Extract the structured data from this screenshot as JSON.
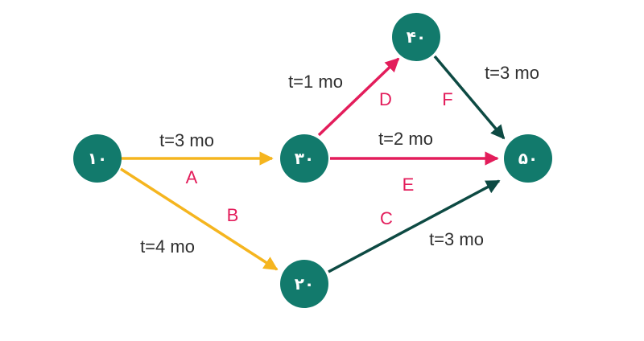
{
  "colors": {
    "node_fill": "#127a6c",
    "arrow_yellow": "#f5b51f",
    "arrow_pink": "#e31d5b",
    "arrow_dark": "#0d4a43",
    "activity_letter": "#e31d5b",
    "duration_text": "#2f2f2f"
  },
  "nodes": {
    "n10": "۱۰",
    "n20": "۲۰",
    "n30": "۳۰",
    "n40": "۴۰",
    "n50": "۵۰"
  },
  "activities": {
    "A": {
      "letter": "A",
      "duration": "t=3 mo",
      "from": "n10",
      "to": "n30"
    },
    "B": {
      "letter": "B",
      "duration": "t=4 mo",
      "from": "n10",
      "to": "n20"
    },
    "C": {
      "letter": "C",
      "duration": "t=3 mo",
      "from": "n20",
      "to": "n50"
    },
    "D": {
      "letter": "D",
      "duration": "t=1 mo",
      "from": "n30",
      "to": "n40"
    },
    "E": {
      "letter": "E",
      "duration": "t=2 mo",
      "from": "n30",
      "to": "n50"
    },
    "F": {
      "letter": "F",
      "duration": "t=3 mo",
      "from": "n40",
      "to": "n50"
    }
  }
}
